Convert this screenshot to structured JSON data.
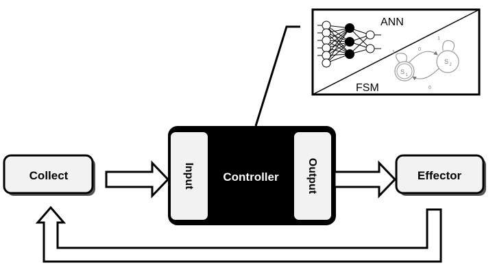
{
  "diagram": {
    "collect_label": "Collect",
    "effector_label": "Effector",
    "controller_label": "Controller",
    "input_label": "Input",
    "output_label": "Output"
  },
  "inset": {
    "ann_label": "ANN",
    "fsm_label": "FSM",
    "state_a": "S",
    "state_a_sub": "1",
    "state_b": "S",
    "state_b_sub": "2",
    "transition_s1_to_s2": "0",
    "transition_s2_to_s1": "0",
    "self_loop_s1": "1",
    "self_loop_s2": "1"
  }
}
